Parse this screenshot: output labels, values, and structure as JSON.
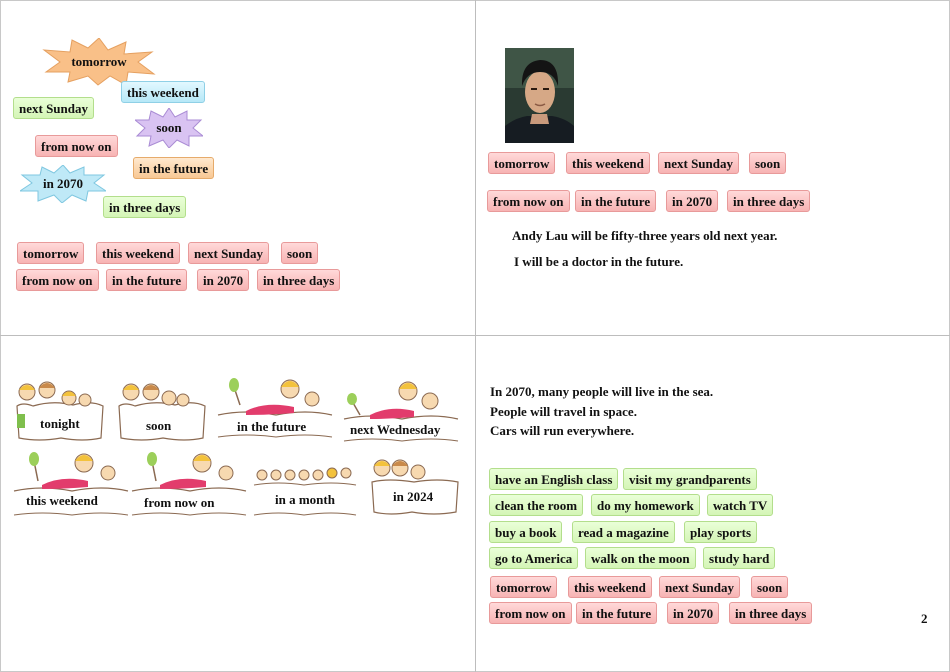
{
  "colors": {
    "pink_tag": "#f7b3b3",
    "green_tag": "#d4f5b6",
    "blue_tag": "#b6e8f7",
    "orange_tag": "#f8c894",
    "burst_orange": "#f9c088",
    "burst_purple": "#d9c3f2",
    "burst_blue": "#bfe9f7"
  },
  "q1": {
    "bursts": {
      "tomorrow": "tomorrow",
      "soon": "soon",
      "in_2070": "in 2070"
    },
    "tags": {
      "this_weekend": "this weekend",
      "next_sunday": "next Sunday",
      "from_now_on": "from now on",
      "in_the_future": "in the future",
      "in_three_days": "in three days"
    },
    "row1": [
      "tomorrow",
      "this weekend",
      "next Sunday",
      "soon"
    ],
    "row2": [
      "from now on",
      "in the future",
      "in 2070",
      "in three days"
    ]
  },
  "q2": {
    "row1": [
      "tomorrow",
      "this weekend",
      "next Sunday",
      "soon"
    ],
    "row2": [
      "from now on",
      "in the future",
      "in 2070",
      "in three days"
    ],
    "sentence1": "Andy Lau will be fifty-three years old next year.",
    "sentence2": "I will be a doctor in the future."
  },
  "q3": {
    "cards": [
      "tonight",
      "soon",
      "in the future",
      "next Wednesday",
      "this weekend",
      "from now on",
      "in a month",
      "in 2024"
    ]
  },
  "q4": {
    "lines": [
      "In 2070, many people will live in the sea.",
      "People will travel in space.",
      "Cars will run everywhere."
    ],
    "green_row1": [
      "have an English class",
      "visit my grandparents"
    ],
    "green_row2": [
      "clean the room",
      "do my homework",
      "watch TV"
    ],
    "green_row3": [
      "buy a book",
      "read a magazine",
      "play sports"
    ],
    "green_row4": [
      "go to America",
      "walk on the moon",
      "study hard"
    ],
    "row1": [
      "tomorrow",
      "this weekend",
      "next Sunday",
      "soon"
    ],
    "row2": [
      "from now on",
      "in the future",
      "in 2070",
      "in three days"
    ],
    "page_number": "2"
  }
}
